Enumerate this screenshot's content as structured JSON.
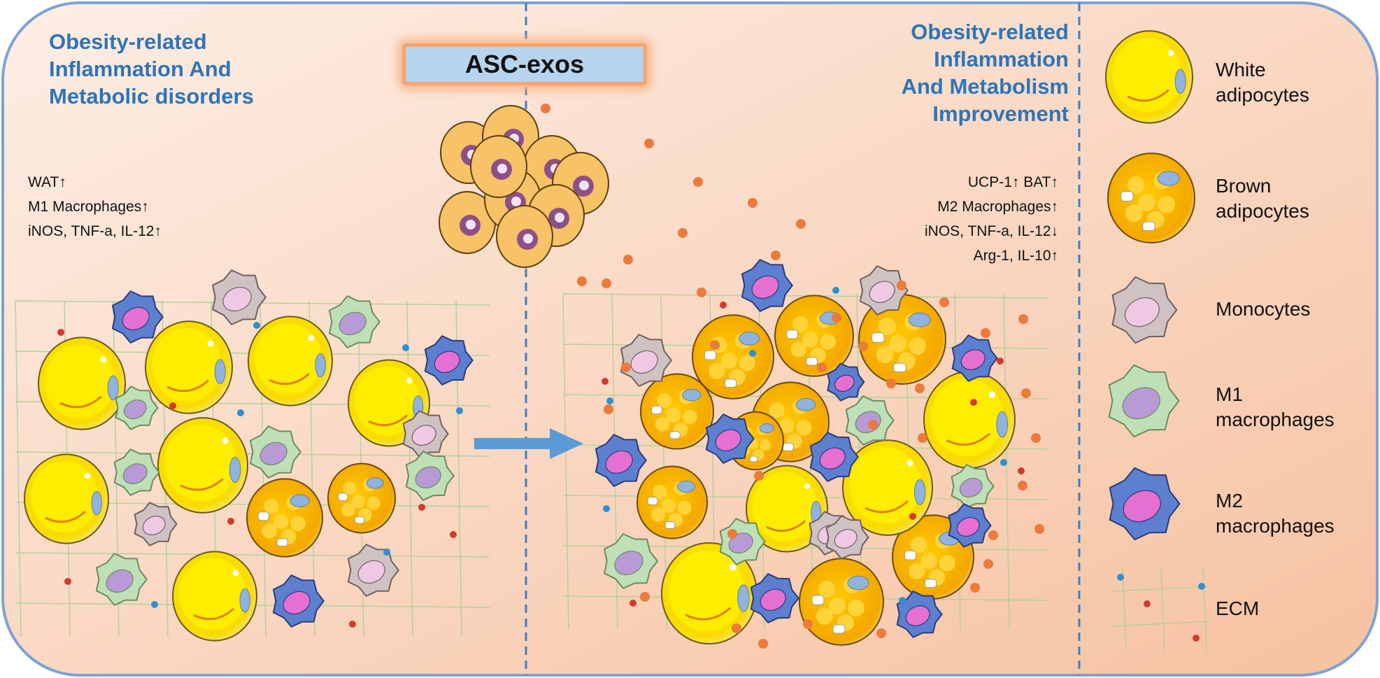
{
  "left_panel": {
    "title": "Obesity-related\nInflammation And\nMetabolic disorders",
    "markers": [
      "WAT↑",
      "M1 Macrophages↑",
      "iNOS, TNF-a, IL-12↑"
    ]
  },
  "center": {
    "exosome_label": "ASC-exos"
  },
  "right_panel": {
    "title": "Obesity-related\nInflammation\nAnd Metabolism\nImprovement",
    "markers": [
      "UCP-1↑   BAT↑",
      "M2 Macrophages↑",
      "iNOS, TNF-a, IL-12↓",
      "Arg-1, IL-10↑"
    ]
  },
  "legend": [
    {
      "label": "White\nadipocytes",
      "icon": "white-adipocyte-icon"
    },
    {
      "label": "Brown\nadipocytes",
      "icon": "brown-adipocyte-icon"
    },
    {
      "label": "Monocytes",
      "icon": "monocyte-icon"
    },
    {
      "label": "M1\nmacrophages",
      "icon": "m1-macrophage-icon"
    },
    {
      "label": "M2\nmacrophages",
      "icon": "m2-macrophage-icon"
    },
    {
      "label": "ECM",
      "icon": "ecm-icon"
    }
  ],
  "colors": {
    "title_blue": "#2e75b6",
    "border_blue": "#7ba3d6",
    "white_adipocyte": "#f8e000",
    "brown_adipocyte": "#f5b800",
    "monocyte": "#c9b8b8",
    "m1_macrophage": "#b9d9b0",
    "m2_macrophage": "#5a78c8",
    "exosome_dot": "#ec7a3a"
  }
}
